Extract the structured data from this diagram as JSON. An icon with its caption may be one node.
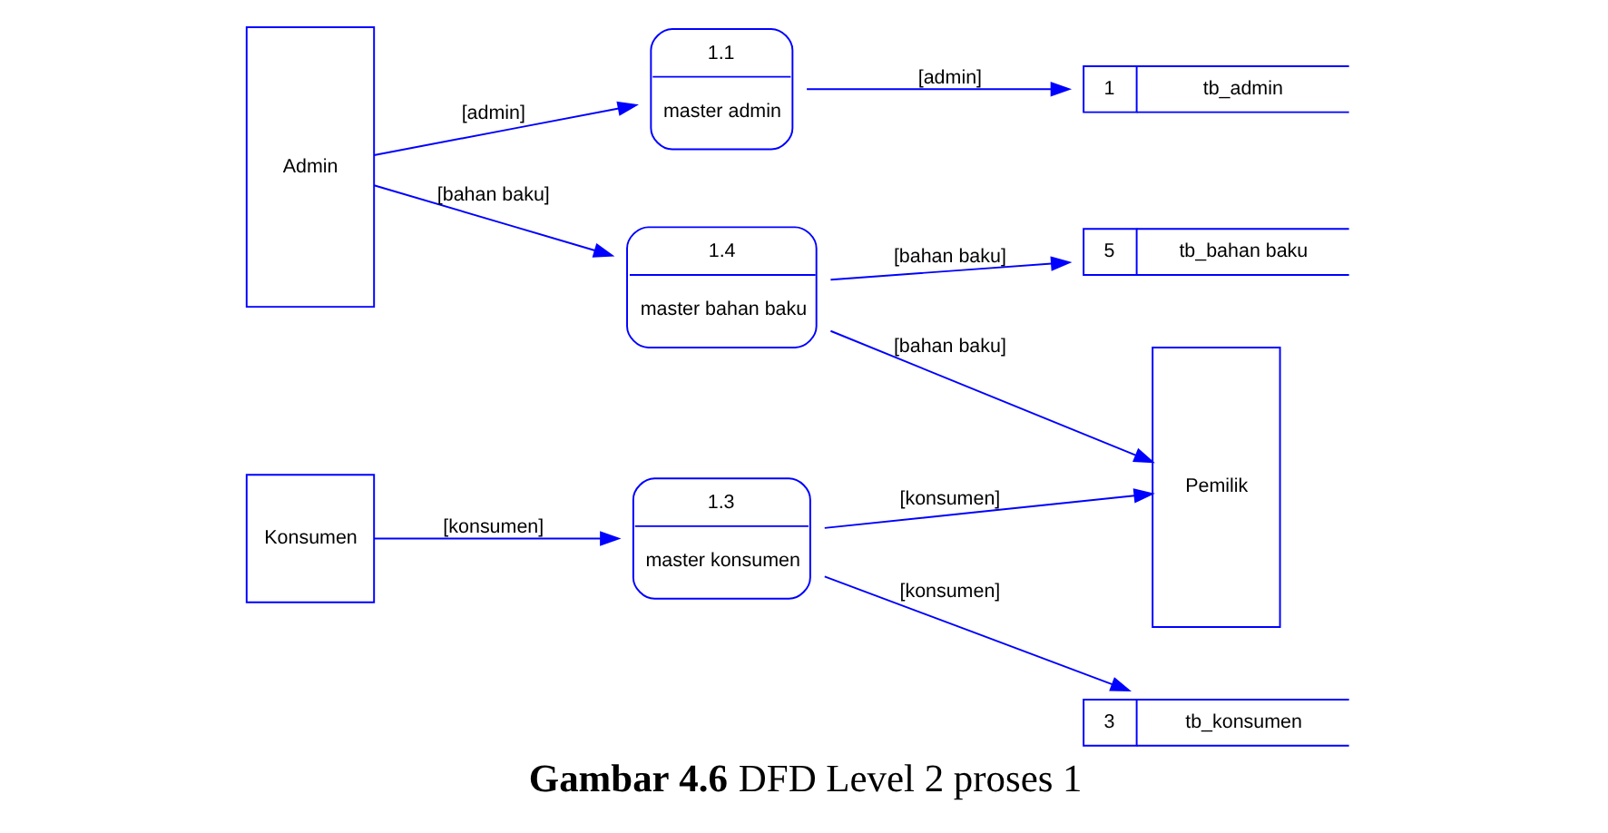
{
  "diagram": {
    "caption": "**Gambar 4.6** DFD Level 2 proses 1",
    "nodes": [
      {
        "text": [
          "Admin"
        ]
      },
      {
        "text": [
          "1.1",
          "master admin"
        ]
      },
      {
        "text": [
          "Konsumen"
        ]
      },
      {
        "text": [
          "1",
          "tb_admin"
        ]
      },
      {
        "text": [
          "1.3",
          "master konsumen"
        ]
      },
      {
        "text": [
          "3",
          "tb_konsumen"
        ]
      },
      {
        "text": [
          "Pemilik"
        ]
      },
      {
        "text": [
          "1.4",
          "master bahan baku"
        ]
      },
      {
        "text": [
          "5",
          "tb_bahan baku"
        ]
      }
    ],
    "edges": [
      {
        "from": 0,
        "to": 1,
        "arrow": "to",
        "label": "[admin]"
      },
      {
        "from": 1,
        "to": 3,
        "arrow": "to",
        "label": "[admin]"
      },
      {
        "from": 2,
        "to": 4,
        "arrow": "to",
        "label": "[konsumen]"
      },
      {
        "from": 4,
        "to": 5,
        "arrow": "to",
        "label": "[konsumen]"
      },
      {
        "from": 4,
        "to": 6,
        "arrow": "to",
        "label": "[konsumen]"
      },
      {
        "from": 0,
        "to": 7,
        "arrow": "to",
        "label": "[bahan baku]"
      },
      {
        "from": 7,
        "to": 8,
        "arrow": "to",
        "label": "[bahan baku]"
      },
      {
        "from": 7,
        "to": 6,
        "arrow": "to",
        "label": "[bahan baku]"
      }
    ]
  }
}
